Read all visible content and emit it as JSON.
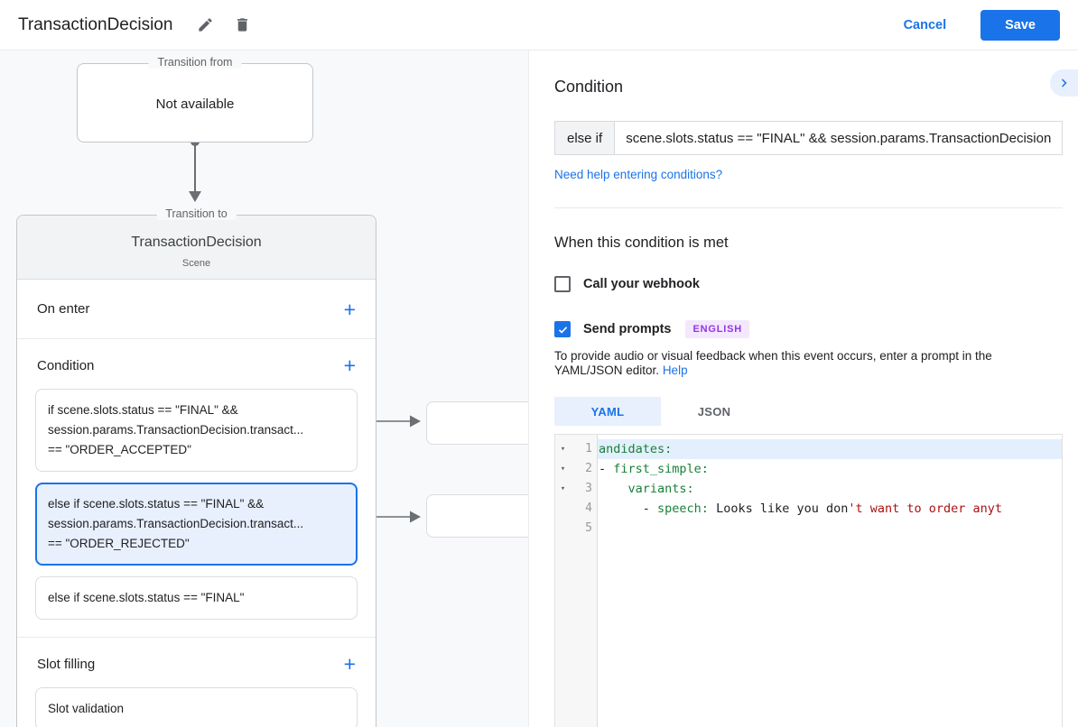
{
  "header": {
    "title": "TransactionDecision",
    "cancel": "Cancel",
    "save": "Save"
  },
  "icons": {
    "add": "+",
    "fold": "▾"
  },
  "canvas": {
    "transition_from": {
      "legend": "Transition from",
      "text": "Not available"
    },
    "transition_to": {
      "legend": "Transition to",
      "name": "TransactionDecision",
      "type": "Scene"
    },
    "on_enter": {
      "label": "On enter"
    },
    "condition": {
      "label": "Condition",
      "cards": [
        {
          "selected": false,
          "lines": [
            "if scene.slots.status == \"FINAL\" &&",
            "session.params.TransactionDecision.transact...",
            "== \"ORDER_ACCEPTED\""
          ]
        },
        {
          "selected": true,
          "lines": [
            "else if scene.slots.status == \"FINAL\" &&",
            "session.params.TransactionDecision.transact...",
            "== \"ORDER_REJECTED\""
          ]
        },
        {
          "selected": false,
          "lines": [
            "else if scene.slots.status == \"FINAL\""
          ]
        }
      ]
    },
    "slot_filling": {
      "label": "Slot filling",
      "cards": [
        {
          "lines": [
            "Slot validation"
          ]
        }
      ]
    }
  },
  "panel": {
    "condition": {
      "heading": "Condition",
      "operator": "else if",
      "expression": "scene.slots.status == \"FINAL\" && session.params.TransactionDecision.",
      "help": "Need help entering conditions?"
    },
    "when": {
      "heading": "When this condition is met",
      "webhook": {
        "label": "Call your webhook",
        "checked": false
      },
      "prompts": {
        "label": "Send prompts",
        "checked": true,
        "badge": "ENGLISH"
      },
      "description": "To provide audio or visual feedback when this event occurs, enter a prompt in the YAML/JSON editor.",
      "help": "Help"
    },
    "tabs": {
      "yaml": "YAML",
      "json": "JSON",
      "active": "YAML"
    },
    "editor": {
      "lines": [
        {
          "num": 1,
          "fold": true,
          "highlight": true,
          "tokens": [
            {
              "c": "key",
              "t": "andidates:"
            }
          ]
        },
        {
          "num": 2,
          "fold": true,
          "highlight": false,
          "tokens": [
            {
              "c": "plain",
              "t": "- "
            },
            {
              "c": "key",
              "t": "first_simple:"
            }
          ]
        },
        {
          "num": 3,
          "fold": true,
          "highlight": false,
          "tokens": [
            {
              "c": "plain",
              "t": "    "
            },
            {
              "c": "key",
              "t": "variants:"
            }
          ]
        },
        {
          "num": 4,
          "fold": false,
          "highlight": false,
          "tokens": [
            {
              "c": "plain",
              "t": "      - "
            },
            {
              "c": "key",
              "t": "speech:"
            },
            {
              "c": "plain",
              "t": " Looks like you don"
            },
            {
              "c": "str",
              "t": "'t want to order anyt"
            }
          ]
        },
        {
          "num": 5,
          "fold": false,
          "highlight": false,
          "tokens": []
        }
      ]
    }
  },
  "colors": {
    "accent": "#1a73e8",
    "accent_bg": "#e8f0fe",
    "canvas_bg": "#f8f9fa",
    "code_key": "#188038",
    "code_string": "#aa1111",
    "badge_bg": "#f3e8fd",
    "badge_text": "#9334e6",
    "line_highlight": "#e3effd"
  }
}
